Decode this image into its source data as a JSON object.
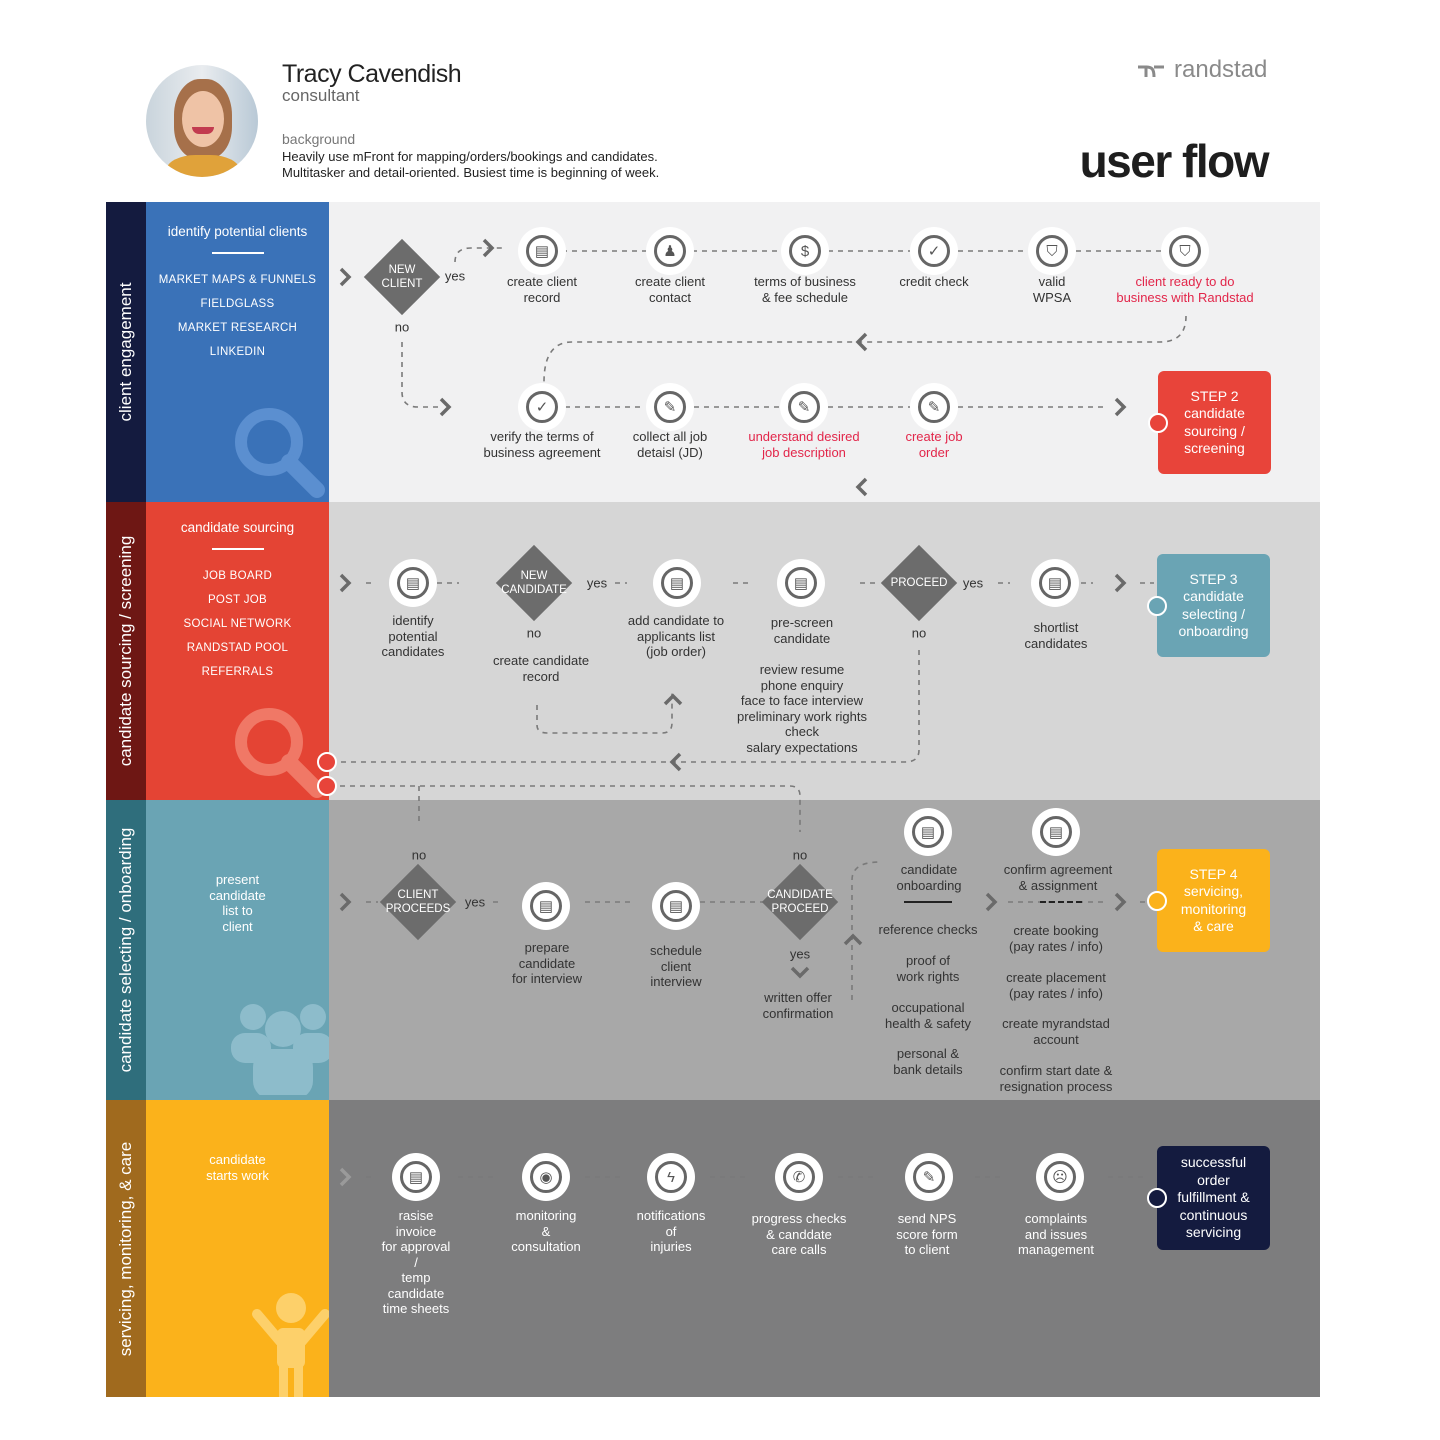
{
  "header": {
    "name": "Tracy Cavendish",
    "role": "consultant",
    "background_label": "background",
    "background_lines": [
      "Heavily use mFront for mapping/orders/bookings and candidates.",
      "Multitasker and detail-oriented.  Busiest time is beginning of week."
    ],
    "brand": "randstad",
    "title": "user flow"
  },
  "colors": {
    "navy": "#141b3f",
    "blue": "#3a72b8",
    "red": "#e8443a",
    "teal": "#6aa4b4",
    "yellow": "#fbb21b",
    "highlight": "#e2264a"
  },
  "lanes": [
    {
      "label": "client engagement",
      "heading": "identify potential clients",
      "items": [
        "MARKET MAPS & FUNNELS",
        "FIELDGLASS",
        "MARKET RESEARCH",
        "LINKEDIN"
      ],
      "icon": "search-icon"
    },
    {
      "label": "candidate sourcing / screening",
      "heading": "candidate sourcing",
      "items": [
        "JOB BOARD",
        "POST JOB",
        "SOCIAL NETWORK",
        "RANDSTAD POOL",
        "REFERRALS"
      ],
      "icon": "search-icon"
    },
    {
      "label": "candidate selecting / onboarding",
      "heading": "present\ncandidate\nlist to\nclient",
      "items": [],
      "icon": "people-icon"
    },
    {
      "label": "servicing, monitoring, & care",
      "heading": "candidate\nstarts work",
      "items": [],
      "icon": "person-icon"
    }
  ],
  "flow": {
    "lane1": {
      "decision": "NEW\nCLIENT",
      "yes": "yes",
      "no": "no",
      "nodes": [
        {
          "label": "create client\nrecord",
          "icon": "document-icon"
        },
        {
          "label": "create client\ncontact",
          "icon": "user-icon"
        },
        {
          "label": "terms of business\n& fee schedule",
          "icon": "money-icon"
        },
        {
          "label": "credit check",
          "icon": "check-icon"
        },
        {
          "label": "valid\nWPSA",
          "icon": "shield-icon"
        },
        {
          "label": "client ready to do\nbusiness with Randstad",
          "icon": "shield-icon",
          "highlight": true
        },
        {
          "label": "verify the terms of\nbusiness agreement",
          "icon": "check-icon"
        },
        {
          "label": "collect all job\ndetaisl (JD)",
          "icon": "edit-icon"
        },
        {
          "label": "understand desired\njob description",
          "icon": "edit-icon",
          "highlight": true
        },
        {
          "label": "create job\norder",
          "icon": "edit-icon",
          "highlight": true
        }
      ],
      "step": "STEP 2\ncandidate\nsourcing /\nscreening"
    },
    "lane2": {
      "decision1": "NEW\nCANDIDATE",
      "decision2": "PROCEED",
      "yes": "yes",
      "no": "no",
      "no_action": "create candidate\nrecord",
      "nodes": [
        {
          "label": "identify\npotential\ncandidates",
          "icon": "document-icon"
        },
        {
          "label": "add candidate to\napplicants list\n(job order)",
          "icon": "document-icon"
        },
        {
          "label": "pre-screen\ncandidate",
          "icon": "document-icon"
        },
        {
          "label": "shortlist\ncandidates",
          "icon": "document-icon"
        }
      ],
      "prescreen_steps": "review resume\nphone enquiry\nface to face interview\npreliminary work rights\ncheck\nsalary expectations",
      "step": "STEP 3\ncandidate\nselecting /\nonboarding"
    },
    "lane3": {
      "decision1": "CLIENT\nPROCEEDS",
      "decision2": "CANDIDATE\nPROCEED",
      "yes": "yes",
      "no": "no",
      "offer": "written offer\nconfirmation",
      "nodes": [
        {
          "label": "prepare\ncandidate\nfor interview",
          "icon": "document-icon"
        },
        {
          "label": "schedule\nclient\ninterview",
          "icon": "document-icon"
        },
        {
          "label": "candidate\nonboarding",
          "icon": "document-icon"
        },
        {
          "label": "confirm agreement\n& assignment",
          "icon": "document-icon"
        }
      ],
      "onboarding_steps": [
        "reference checks",
        "proof of\nwork rights",
        "occupational\nhealth & safety",
        "personal &\nbank details"
      ],
      "assignment_steps": [
        "create booking\n(pay rates / info)",
        "create placement\n(pay rates / info)",
        "create myrandstad\naccount",
        "confirm start date &\nresignation process"
      ],
      "step": "STEP 4\nservicing,\nmonitoring\n& care"
    },
    "lane4": {
      "nodes": [
        {
          "label": "rasise\ninvoice\nfor approval\n/\ntemp\ncandidate\ntime sheets",
          "icon": "document-icon"
        },
        {
          "label": "monitoring\n&\nconsultation",
          "icon": "eye-icon"
        },
        {
          "label": "notifications\nof\ninjuries",
          "icon": "bolt-icon"
        },
        {
          "label": "progress checks\n& canddate\ncare calls",
          "icon": "phone-icon"
        },
        {
          "label": "send NPS\nscore form\nto client",
          "icon": "edit-icon"
        },
        {
          "label": "complaints\nand issues\nmanagement",
          "icon": "sad-face-icon"
        }
      ],
      "final": "successful\norder\nfulfillment &\ncontinuous\nservicing"
    }
  }
}
